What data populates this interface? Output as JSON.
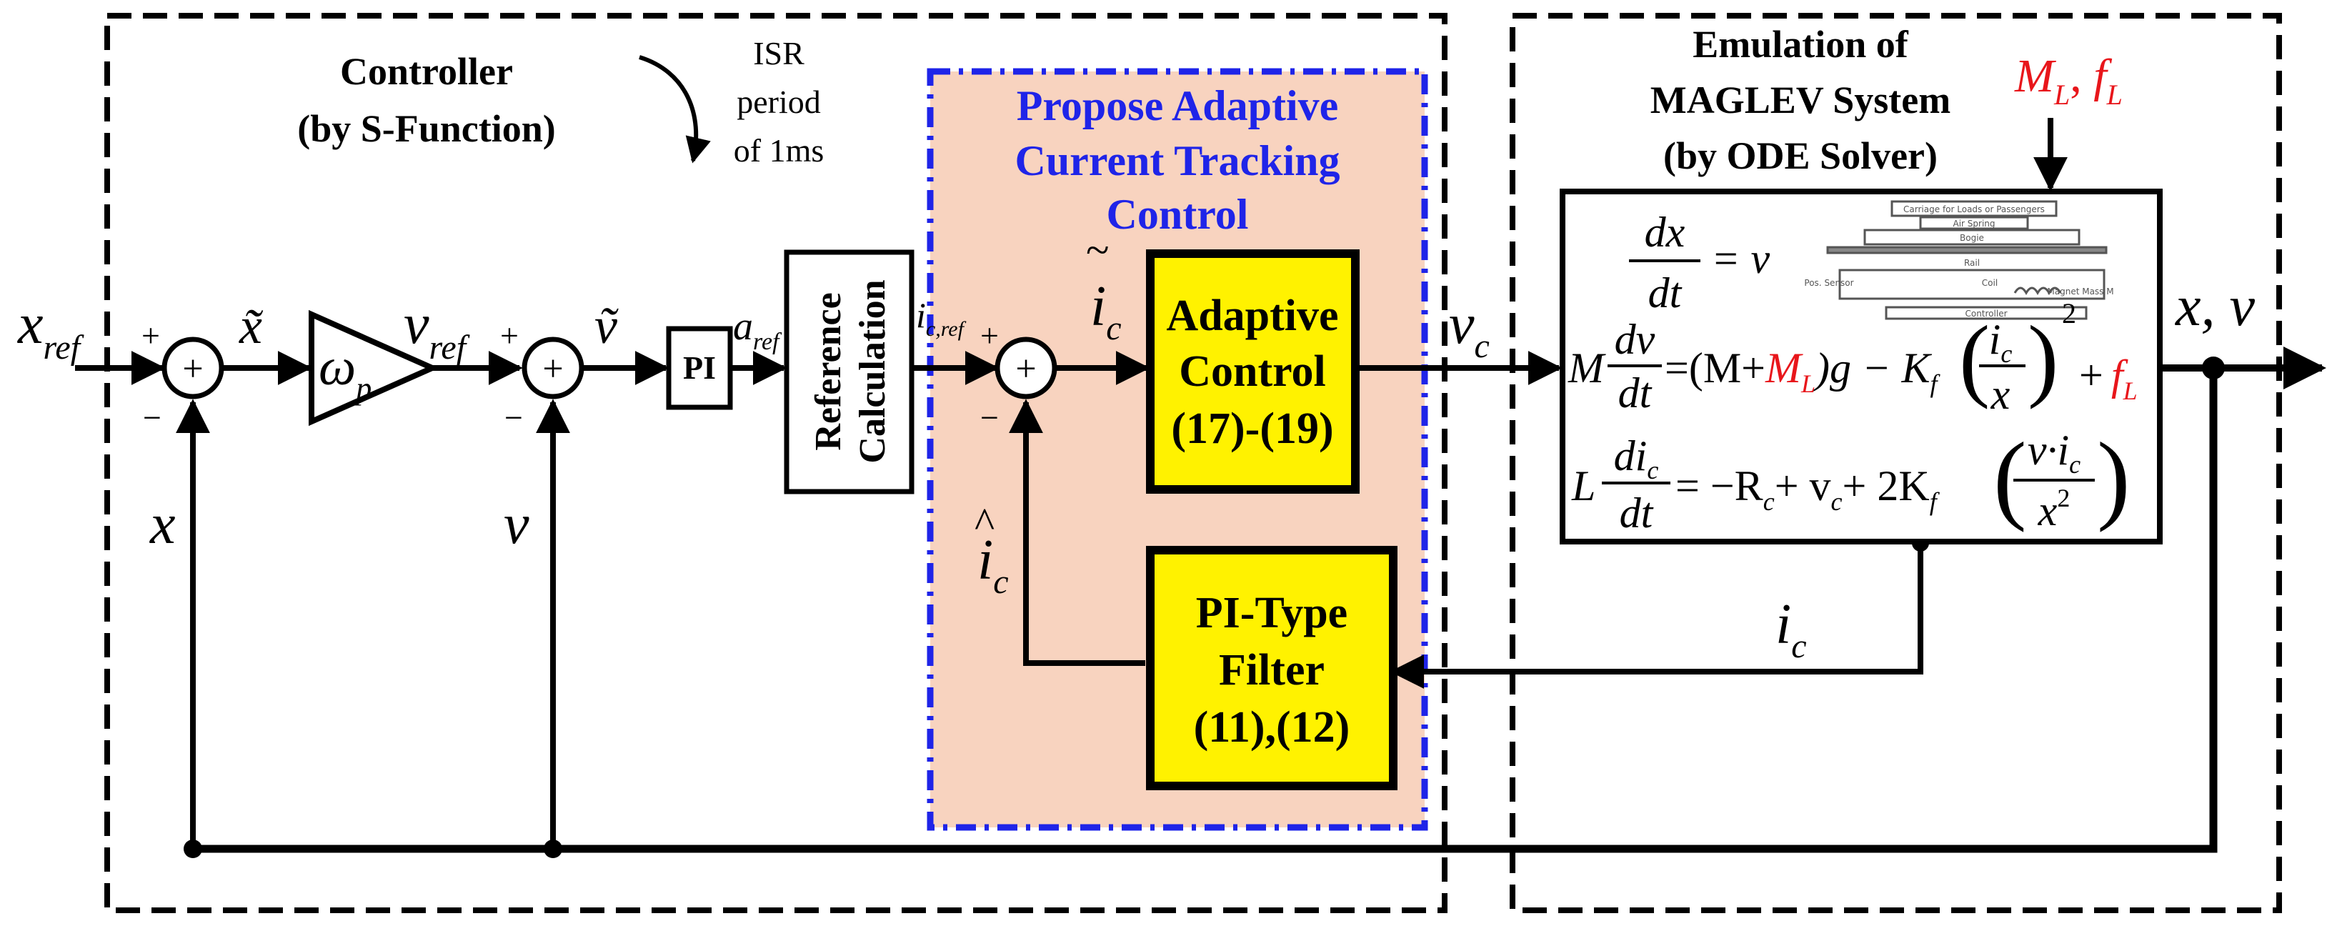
{
  "colors": {
    "ink": "#000000",
    "accent_blue": "#1f24e8",
    "highlight_red": "#e8161b",
    "block_yellow": "#fff200",
    "region_peach": "#f8d3bf"
  },
  "controller": {
    "title_line1": "Controller",
    "title_line2": "(by S-Function)",
    "isr_line1": "ISR",
    "isr_line2": "period",
    "isr_line3": "of 1ms"
  },
  "adaptive_region": {
    "title_line1": "Propose Adaptive",
    "title_line2": "Current Tracking",
    "title_line3": "Control"
  },
  "maglev": {
    "title_line1": "Emulation of",
    "title_line2": "MAGLEV System",
    "title_line3": "(by ODE Solver)",
    "disturbance_M": "M",
    "disturbance_M_sub": "L",
    "disturbance_sep": ", ",
    "disturbance_f": "f",
    "disturbance_f_sub": "L"
  },
  "blocks": {
    "pi_label": "PI",
    "reference_line1": "Reference",
    "reference_line2": "Calculation",
    "adaptive_line1": "Adaptive",
    "adaptive_line2": "Control",
    "adaptive_line3": "(17)-(19)",
    "filter_line1": "PI-Type",
    "filter_line2": "Filter",
    "filter_line3": "(11),(12)",
    "sum_symbol": "+"
  },
  "signals": {
    "x_ref_main": "x",
    "x_ref_sub": "ref",
    "x_tilde": "x̃",
    "omega": "ω",
    "omega_sub": "p",
    "v_ref_main": "v",
    "v_ref_sub": "ref",
    "v_tilde": "ṽ",
    "a_ref_main": "a",
    "a_ref_sub": "ref",
    "i_ref_main": "i",
    "i_ref_sub": "c,ref",
    "i_tilde_main": "i",
    "i_tilde_sub": "c",
    "i_tilde_accent": "~",
    "i_hat_main": "i",
    "i_hat_sub": "c",
    "i_hat_accent": "^",
    "v_c_main": "v",
    "v_c_sub": "c",
    "i_c_main": "i",
    "i_c_sub": "c",
    "x_fb": "x",
    "v_fb": "v",
    "output": "x, v",
    "plus": "+",
    "minus": "−"
  },
  "ode": {
    "eq1_num": "dx",
    "eq1_den": "dt",
    "eq1_rhs": "= v",
    "eq2_lhs": "M",
    "eq2_num": "dv",
    "eq2_den": "dt",
    "eq2_rhs_a": "=(M+",
    "eq2_rhs_ML": "M",
    "eq2_rhs_ML_sub": "L",
    "eq2_rhs_b": ")g − K",
    "eq2_rhs_b_sub": "f",
    "eq2_frac_num": "i",
    "eq2_frac_num_sub": "c",
    "eq2_frac_den": "x",
    "eq2_sq": "2",
    "eq2_plus": "+",
    "eq2_fL": "f",
    "eq2_fL_sub": "L",
    "eq3_lhs": "L",
    "eq3_num": "di",
    "eq3_num_sub": "c",
    "eq3_den": "dt",
    "eq3_rhs_a": "= −R",
    "eq3_rhs_a_sub": "c",
    "eq3_rhs_b": "+ v",
    "eq3_rhs_b_sub": "c",
    "eq3_rhs_c": "+ 2K",
    "eq3_rhs_c_sub": "f",
    "eq3_frac_num": "v·i",
    "eq3_frac_num_sub": "c",
    "eq3_frac_den": "x",
    "eq3_frac_den_sup": "2"
  },
  "thumbnail": {
    "carriage": "Carriage for Loads or Passengers",
    "air_spring": "Air Spring",
    "bogie": "Bogie",
    "rail": "Rail",
    "coil": "Coil",
    "controller": "Controller",
    "pos_sensor": "Pos. Sensor",
    "magnet": "Magnet Mass M"
  }
}
